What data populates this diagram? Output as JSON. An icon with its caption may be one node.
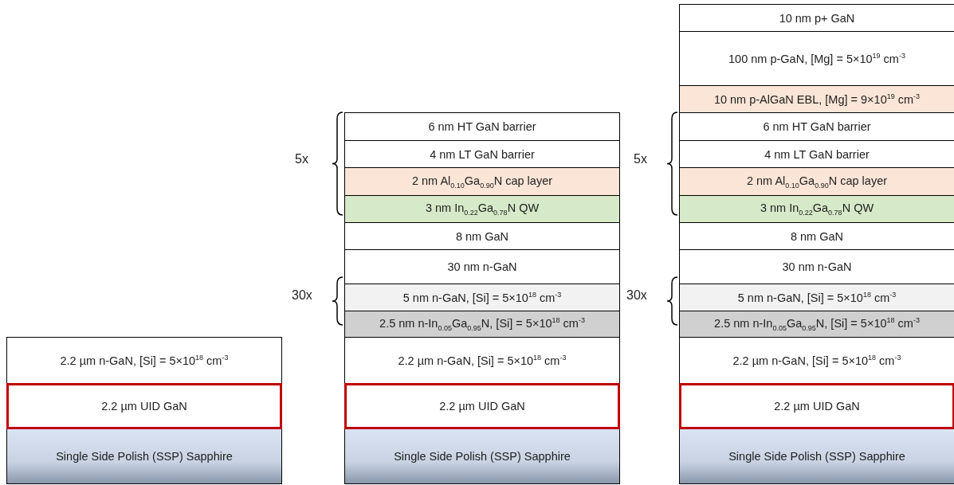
{
  "diagram": {
    "nodes": [
      {
        "text": [
          "2.2 µm n-GaN, [Si] = 5×10$^{18}$ cm$^{-3}$"
        ]
      },
      {
        "text": [
          "2.2 µm UID GaN"
        ]
      },
      {
        "text": [
          "Single Side Polish (SSP) Sapphire"
        ]
      },
      {
        "text": [
          "6 nm HT GaN barrier"
        ]
      },
      {
        "text": [
          "4 nm LT GaN barrier"
        ]
      },
      {
        "text": [
          "2 nm Al$_{0.10}$Ga$_{0.90}$N cap layer"
        ]
      },
      {
        "text": [
          "3 nm In$_{0.22}$Ga$_{0.78}$N QW"
        ]
      },
      {
        "text": [
          "8 nm GaN"
        ]
      },
      {
        "text": [
          "30 nm n-GaN"
        ]
      },
      {
        "text": [
          "5 nm n-GaN, [Si] = 5×10$^{18}$ cm$^{-3}$"
        ]
      },
      {
        "text": [
          "2.5 nm n-In$_{0.05}$Ga$_{0.95}$N, [Si] = 5×10$^{18}$ cm$^{-3}$"
        ]
      },
      {
        "text": [
          "2.2 µm n-GaN, [Si] = 5×10$^{18}$ cm$^{-3}$"
        ]
      },
      {
        "text": [
          "2.2 µm UID GaN"
        ]
      },
      {
        "text": [
          "Single Side Polish (SSP) Sapphire"
        ]
      },
      {
        "text": [
          "10 nm p+ GaN"
        ]
      },
      {
        "text": [
          "100 nm p-GaN, [Mg] = 5×10$^{19}$ cm$^{-3}$"
        ]
      },
      {
        "text": [
          "10 nm p-AlGaN EBL, [Mg] = 9×10$^{19}$ cm$^{-3}$"
        ]
      },
      {
        "text": [
          "6 nm HT GaN barrier"
        ]
      },
      {
        "text": [
          "4 nm LT GaN barrier"
        ]
      },
      {
        "text": [
          "2 nm Al$_{0.10}$Ga$_{0.90}$N cap layer"
        ]
      },
      {
        "text": [
          "3 nm In$_{0.22}$Ga$_{0.78}$N QW"
        ]
      },
      {
        "text": [
          "8 nm GaN"
        ]
      },
      {
        "text": [
          "30 nm n-GaN"
        ]
      },
      {
        "text": [
          "5 nm n-GaN, [Si] = 5×10$^{18}$ cm$^{-3}$"
        ]
      },
      {
        "text": [
          "2.5 nm n-In$_{0.05}$Ga$_{0.95}$N, [Si] = 5×10$^{18}$ cm$^{-3}$"
        ]
      },
      {
        "text": [
          "2.2 µm n-GaN, [Si] = 5×10$^{18}$ cm$^{-3}$"
        ]
      },
      {
        "text": [
          "2.2 µm UID GaN"
        ]
      },
      {
        "text": [
          "Single Side Polish (SSP) Sapphire"
        ]
      }
    ],
    "labels": [
      "5x",
      "5x",
      "30x",
      "30x"
    ]
  }
}
